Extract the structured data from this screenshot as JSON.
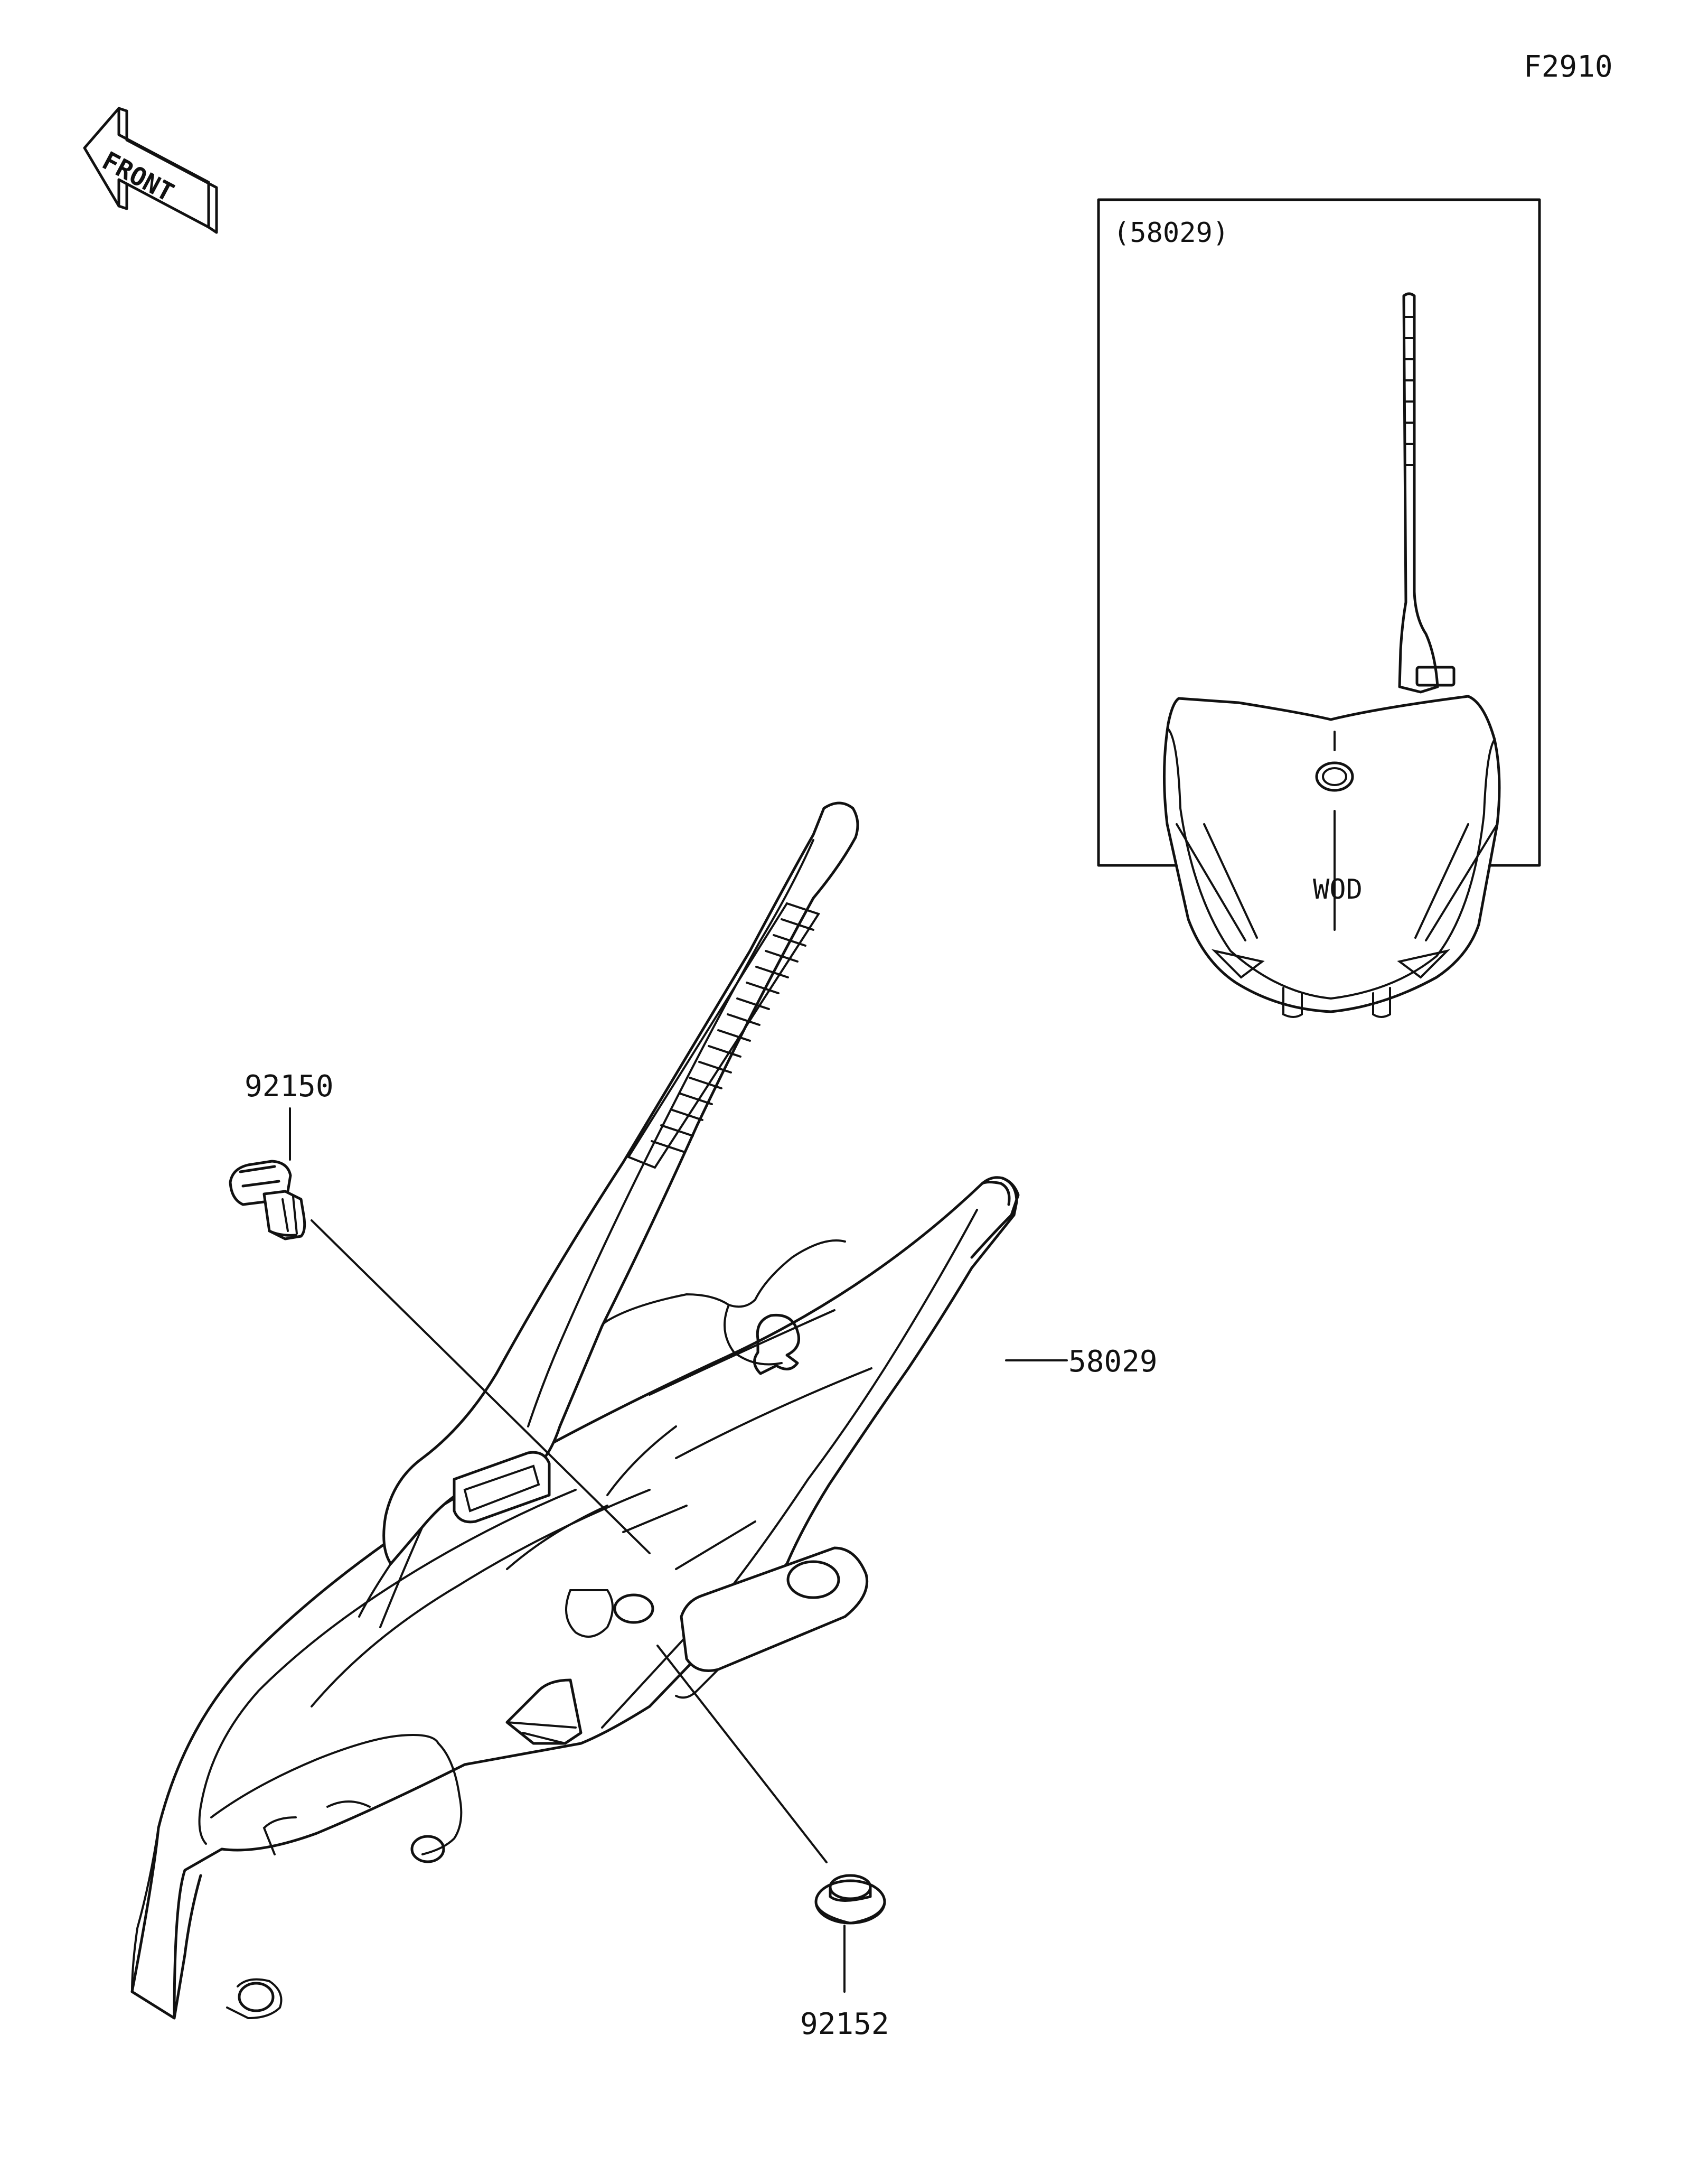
{
  "figure_code": "F2910",
  "front_label": "FRONT",
  "inset": {
    "ref_label": "(58029)",
    "caption": "WOD"
  },
  "callouts": [
    {
      "id": "bolt",
      "part_no": "92150"
    },
    {
      "id": "plate",
      "part_no": "58029"
    },
    {
      "id": "washer",
      "part_no": "92152"
    }
  ]
}
